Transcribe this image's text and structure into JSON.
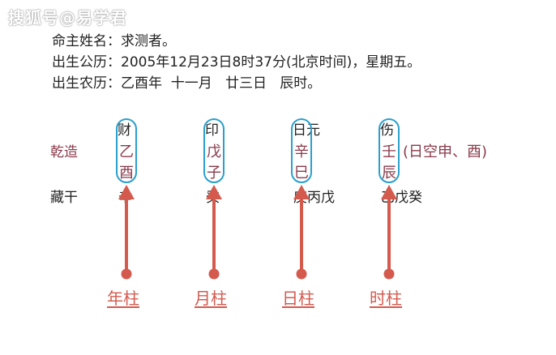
{
  "watermark": "搜狐号@易学君",
  "info": {
    "name_line": "命主姓名：求测者。",
    "solar_line": "出生公历：2005年12月23日8时37分(北京时间)，星期五。",
    "lunar_line": "出生农历：乙酉年  十一月   廿三日   辰时。"
  },
  "chart": {
    "qianzao_label": "乾造",
    "canggan_label": "藏干",
    "note": "(日空申、酉)",
    "pillars": [
      {
        "god": "财",
        "stem": "乙",
        "branch": "酉",
        "hidden": "辛",
        "label": "年柱"
      },
      {
        "god": "印",
        "stem": "戊",
        "branch": "子",
        "hidden": "癸",
        "label": "月柱"
      },
      {
        "god": "日元",
        "stem": "辛",
        "branch": "巳",
        "hidden": "庚丙戊",
        "label": "日柱"
      },
      {
        "god": "伤",
        "stem": "壬",
        "branch": "辰",
        "hidden": "乙戊癸",
        "label": "时柱"
      }
    ]
  },
  "colors": {
    "oval": "#2aa0cc",
    "arrow": "#d45a4e",
    "pillar_text": "#8a3a4a"
  }
}
